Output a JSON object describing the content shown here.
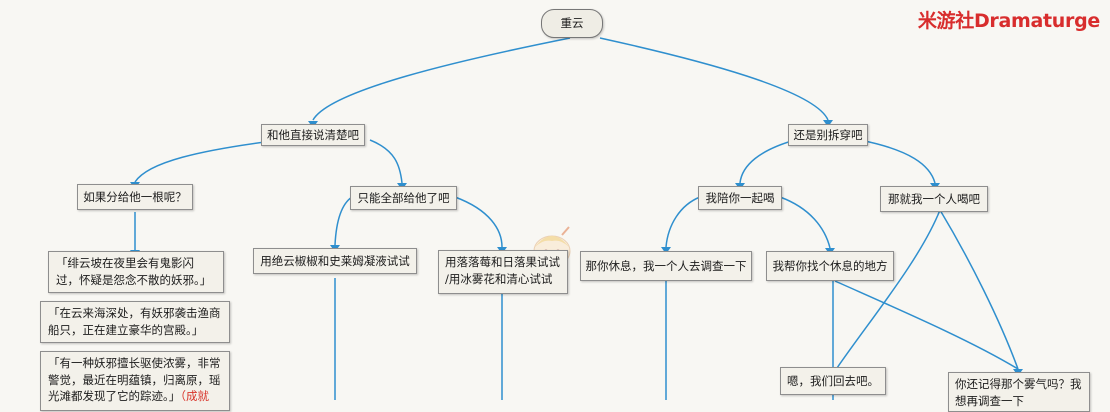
{
  "brand": {
    "text": "米游社Dramaturge"
  },
  "nodes": {
    "root": "重云",
    "b1": "和他直接说清楚吧",
    "b2": "还是别拆穿吧",
    "c1": "如果分给他一根呢？",
    "c2": "只能全部给他了吧",
    "c3": "我陪你一起喝",
    "c4": "那就我一个人喝吧",
    "d2": "用绝云椒椒和史莱姆凝液试试",
    "d3": {
      "line1": "用落落莓和日落果",
      "line1_end": "试试",
      "line2": "/用冰雾花和清心试试"
    },
    "d4": "那你休息，我一个人去调查一下",
    "d5": "我帮你找个休息的地方",
    "e1": "嗯，我们回去吧。",
    "e2": {
      "line1": "你还记得那个雾气吗？我",
      "line2": "想再调查一下"
    },
    "q1": "「绯云坡在夜里会有鬼影闪过，怀疑是怨念不散的妖邪。」",
    "q2": "「在云来海深处，有妖邪袭击渔商船只，正在建立豪华的宫殿。」",
    "q3": {
      "text": "「有一种妖邪擅长驱使浓雾，非常警觉，最近在明蕴镇，归离原，瑶光滩都发现了它的踪迹。」",
      "red": "（成就"
    }
  },
  "colors": {
    "edge": "#2f8fce",
    "brand": "#d82d2d",
    "node_bg": "#f3f1ea"
  },
  "sticker_icon": "chibi-mascot-icon"
}
